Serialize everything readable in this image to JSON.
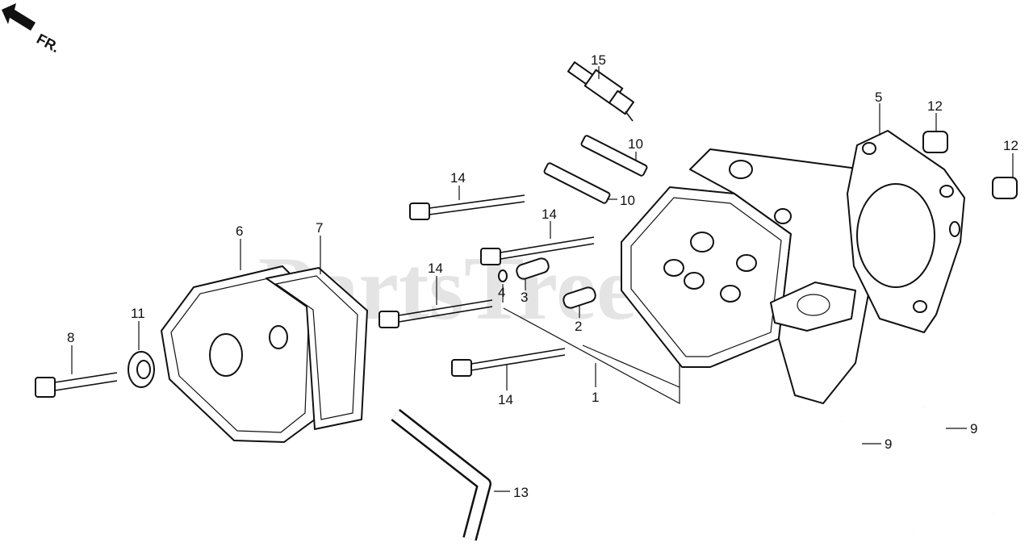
{
  "watermark": "PartsTree",
  "direction_label": "FR.",
  "callouts": {
    "c1": "1",
    "c2": "2",
    "c3": "3",
    "c4": "4",
    "c5": "5",
    "c6": "6",
    "c7": "7",
    "c8": "8",
    "c9a": "9",
    "c9b": "9",
    "c10a": "10",
    "c10b": "10",
    "c11": "11",
    "c12a": "12",
    "c12b": "12",
    "c13": "13",
    "c14a": "14",
    "c14b": "14",
    "c14c": "14",
    "c14d": "14",
    "c15": "15"
  }
}
